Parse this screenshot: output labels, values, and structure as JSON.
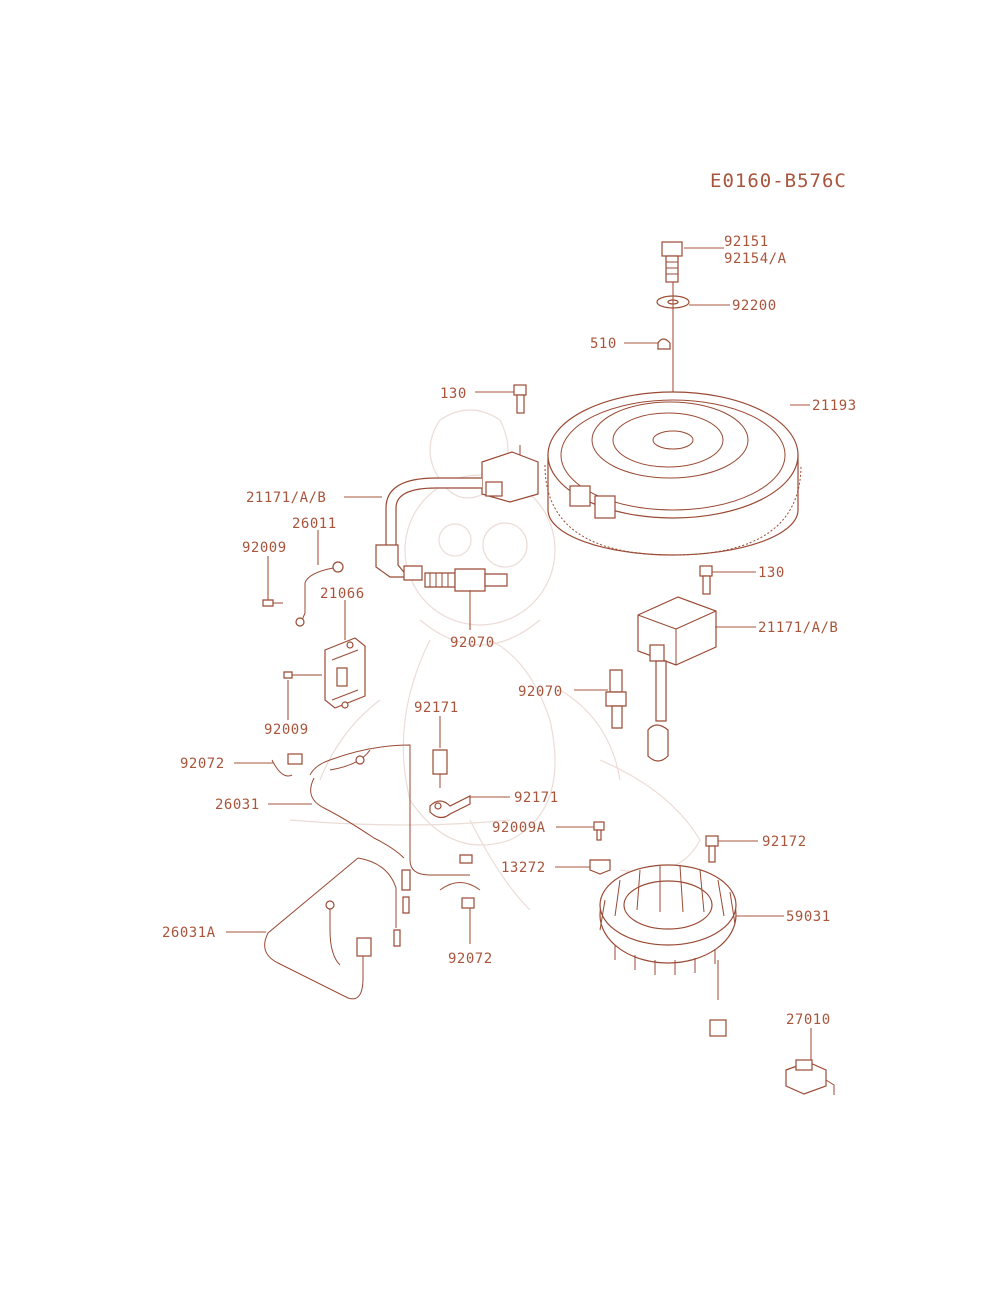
{
  "diagram_code": "E0160-B576C",
  "colors": {
    "ink": "#a8553c",
    "background": "#ffffff",
    "watermark": "#ecdcd6"
  },
  "labels": {
    "p92151": "92151",
    "p92154a": "92154/A",
    "p92200": "92200",
    "p510": "510",
    "p130_top": "130",
    "p21193": "21193",
    "p21171_left": "21171/A/B",
    "p26011": "26011",
    "p92009_top": "92009",
    "p21066": "21066",
    "p92070_left": "92070",
    "p92009_bottom": "92009",
    "p130_right": "130",
    "p21171_right": "21171/A/B",
    "p92070_right": "92070",
    "p92171_top": "92171",
    "p92072_top": "92072",
    "p26031": "26031",
    "p92171_mid": "92171",
    "p92009a": "92009A",
    "p92172": "92172",
    "p13272": "13272",
    "p59031": "59031",
    "p26031a": "26031A",
    "p92072_bottom": "92072",
    "p27010": "27010"
  }
}
